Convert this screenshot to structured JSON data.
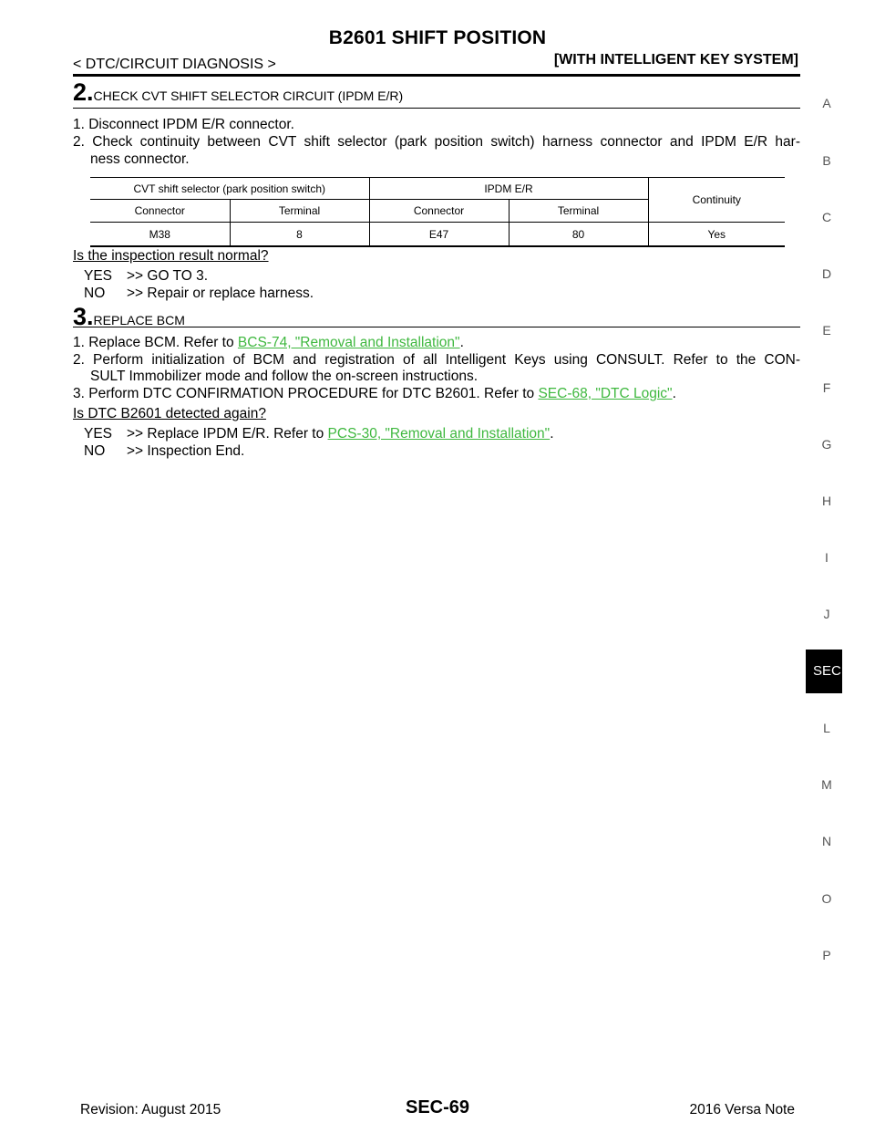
{
  "header": {
    "title": "B2601 SHIFT POSITION",
    "section": "< DTC/CIRCUIT DIAGNOSIS >",
    "system": "[WITH INTELLIGENT KEY SYSTEM]"
  },
  "step2": {
    "number": "2.",
    "title": "CHECK CVT SHIFT SELECTOR CIRCUIT (IPDM E/R)",
    "item1": "1. Disconnect IPDM E/R connector.",
    "item2_line1": "2. Check continuity between CVT shift selector (park position switch) harness connector and IPDM E/R har-",
    "item2_line2": "ness connector.",
    "table": {
      "group1": "CVT shift selector (park position switch)",
      "group2": "IPDM E/R",
      "continuity_header": "Continuity",
      "col_connector_1": "Connector",
      "col_terminal_1": "Terminal",
      "col_connector_2": "Connector",
      "col_terminal_2": "Terminal",
      "row": {
        "connector_1": "M38",
        "terminal_1": "8",
        "connector_2": "E47",
        "terminal_2": "80",
        "continuity": "Yes"
      }
    },
    "question": "Is the inspection result normal?",
    "yes": "YES",
    "yes_action": ">> GO TO 3.",
    "no": "NO",
    "no_action": ">> Repair or replace harness."
  },
  "step3": {
    "number": "3.",
    "title": "REPLACE BCM",
    "item1_prefix": "1. Replace BCM. Refer to ",
    "item1_link": "BCS-74, \"Removal and Installation\"",
    "item1_suffix": ".",
    "item2_line1": "2. Perform initialization of BCM and registration of all Intelligent Keys using CONSULT. Refer to the CON-",
    "item2_line2": "SULT Immobilizer mode and follow the on-screen instructions.",
    "item3_prefix": "3. Perform DTC CONFIRMATION PROCEDURE for DTC B2601. Refer to ",
    "item3_link": "SEC-68, \"DTC Logic\"",
    "item3_suffix": ".",
    "question": "Is DTC B2601 detected again?",
    "yes": "YES",
    "yes_action_prefix": ">> Replace IPDM E/R. Refer to ",
    "yes_action_link": "PCS-30, \"Removal and Installation\"",
    "yes_action_suffix": ".",
    "no": "NO",
    "no_action": ">> Inspection End."
  },
  "side_index": {
    "a": "A",
    "b": "B",
    "c": "C",
    "d": "D",
    "e": "E",
    "f": "F",
    "g": "G",
    "h": "H",
    "i": "I",
    "j": "J",
    "active": "SEC",
    "l": "L",
    "m": "M",
    "n": "N",
    "o": "O",
    "p": "P"
  },
  "footer": {
    "revision": "Revision: August 2015",
    "page": "SEC-69",
    "model": "2016 Versa Note"
  }
}
